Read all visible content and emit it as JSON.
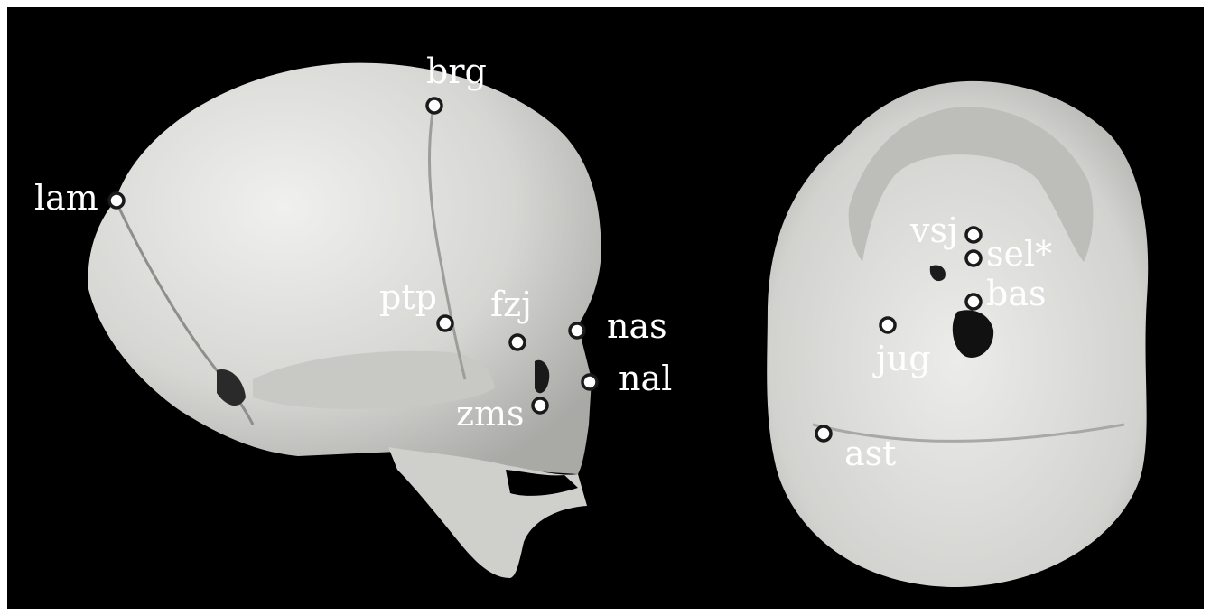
{
  "colors": {
    "background": "#000000",
    "bone": "#d9d9d6",
    "marker": "#ffffff"
  },
  "lateral_view": {
    "landmarks": [
      {
        "id": "brg",
        "label": "brg"
      },
      {
        "id": "lam",
        "label": "lam"
      },
      {
        "id": "ptp",
        "label": "ptp"
      },
      {
        "id": "fzj",
        "label": "fzj"
      },
      {
        "id": "nas",
        "label": "nas"
      },
      {
        "id": "nal",
        "label": "nal"
      },
      {
        "id": "zms",
        "label": "zms"
      }
    ]
  },
  "basal_view": {
    "landmarks": [
      {
        "id": "vsj",
        "label": "vsj"
      },
      {
        "id": "sel",
        "label": "sel*"
      },
      {
        "id": "bas",
        "label": "bas"
      },
      {
        "id": "jug",
        "label": "jug"
      },
      {
        "id": "ast",
        "label": "ast"
      }
    ]
  }
}
